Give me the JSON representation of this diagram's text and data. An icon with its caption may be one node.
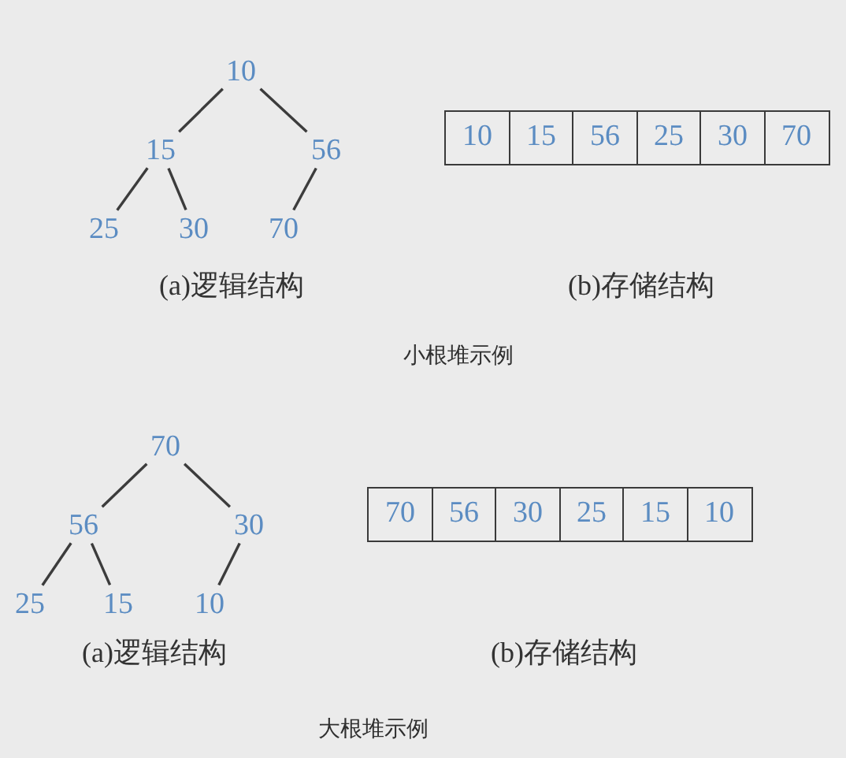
{
  "diagram": {
    "nodes": [
      {
        "text": [
          "10"
        ]
      },
      {
        "text": [
          "15"
        ]
      },
      {
        "text": [
          "56"
        ]
      },
      {
        "text": [
          "25"
        ]
      },
      {
        "text": [
          "30"
        ]
      },
      {
        "text": [
          "70"
        ]
      },
      {
        "text": [
          "10"
        ]
      },
      {
        "text": [
          "15"
        ]
      },
      {
        "text": [
          "56"
        ]
      },
      {
        "text": [
          "25"
        ]
      },
      {
        "text": [
          "30"
        ]
      },
      {
        "text": [
          "70"
        ]
      },
      {
        "text": [
          "70"
        ]
      },
      {
        "text": [
          "56"
        ]
      },
      {
        "text": [
          "30"
        ]
      },
      {
        "text": [
          "25"
        ]
      },
      {
        "text": [
          "15"
        ]
      },
      {
        "text": [
          "10"
        ]
      },
      {
        "text": [
          "70"
        ]
      },
      {
        "text": [
          "56"
        ]
      },
      {
        "text": [
          "30"
        ]
      },
      {
        "text": [
          "25"
        ]
      },
      {
        "text": [
          "15"
        ]
      },
      {
        "text": [
          "10"
        ]
      }
    ],
    "edges": [
      {
        "from": 0,
        "to": 1,
        "arrow": "none"
      },
      {
        "from": 0,
        "to": 2,
        "arrow": "none"
      },
      {
        "from": 1,
        "to": 3,
        "arrow": "none"
      },
      {
        "from": 1,
        "to": 4,
        "arrow": "none"
      },
      {
        "from": 2,
        "to": 5,
        "arrow": "none"
      },
      {
        "from": 12,
        "to": 13,
        "arrow": "none"
      },
      {
        "from": 12,
        "to": 14,
        "arrow": "none"
      },
      {
        "from": 13,
        "to": 15,
        "arrow": "none"
      },
      {
        "from": 13,
        "to": 16,
        "arrow": "none"
      },
      {
        "from": 14,
        "to": 17,
        "arrow": "none"
      }
    ],
    "labels": [
      "(a)逻辑结构",
      "(b)存储结构",
      "小根堆示例",
      "(a)逻辑结构",
      "(b)存储结构",
      "大根堆示例"
    ]
  }
}
